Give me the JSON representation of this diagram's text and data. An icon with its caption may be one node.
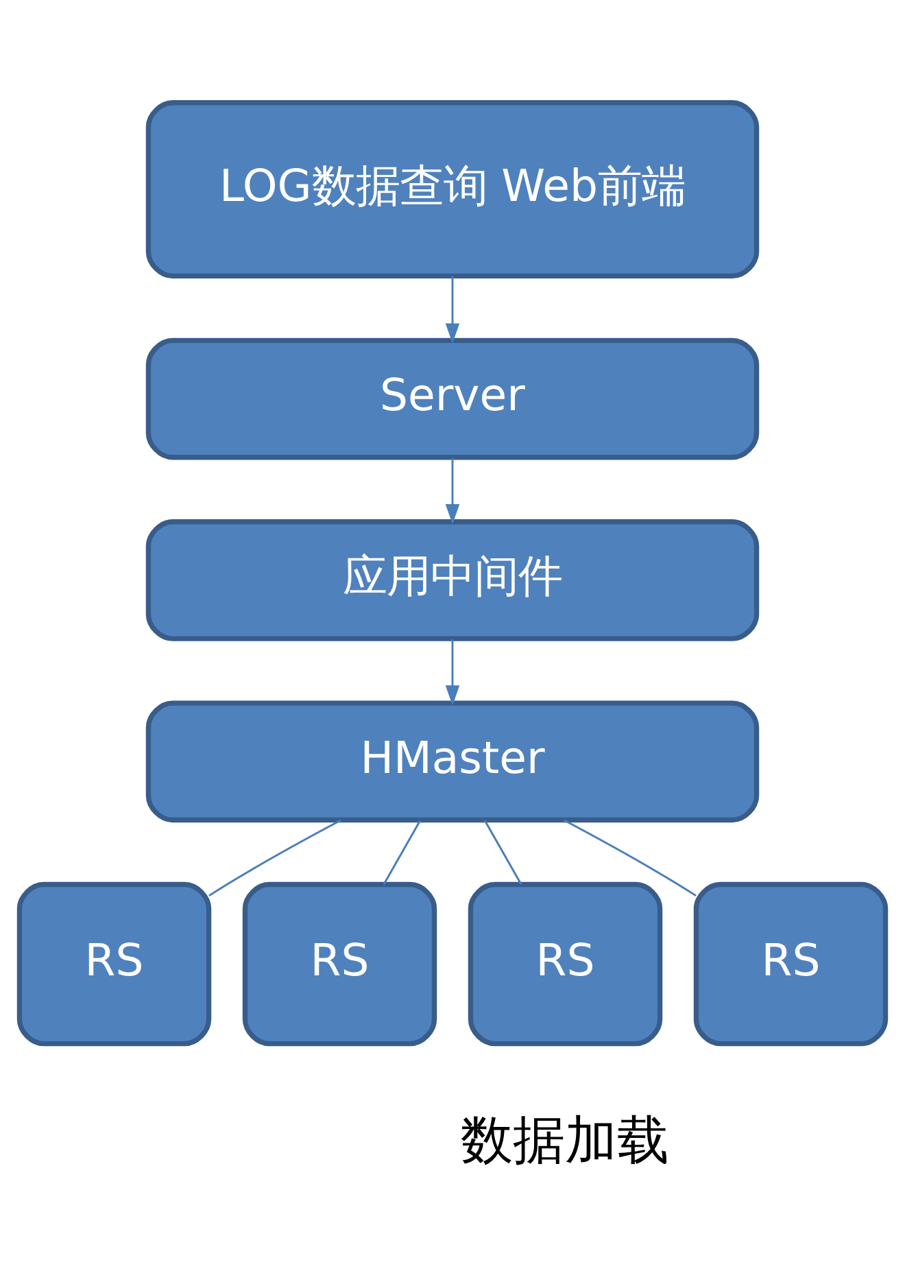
{
  "diagram": {
    "nodes": [
      {
        "text": [
          "LOG数据查询 Web前端"
        ]
      },
      {
        "text": [
          "Server"
        ]
      },
      {
        "text": [
          "应用中间件"
        ]
      },
      {
        "text": [
          "HMaster"
        ]
      },
      {
        "text": [
          "RS"
        ]
      },
      {
        "text": [
          "RS"
        ]
      },
      {
        "text": [
          "RS"
        ]
      },
      {
        "text": [
          "RS"
        ]
      }
    ],
    "edges": [
      {
        "from": 0,
        "to": 1,
        "arrow": "to"
      },
      {
        "from": 1,
        "to": 2,
        "arrow": "to"
      },
      {
        "from": 2,
        "to": 3,
        "arrow": "to"
      },
      {
        "from": 3,
        "to": 4,
        "arrow": "none"
      },
      {
        "from": 3,
        "to": 5,
        "arrow": "none"
      },
      {
        "from": 3,
        "to": 6,
        "arrow": "none"
      },
      {
        "from": 3,
        "to": 7,
        "arrow": "none"
      }
    ],
    "labels": [
      "数据加载"
    ]
  }
}
